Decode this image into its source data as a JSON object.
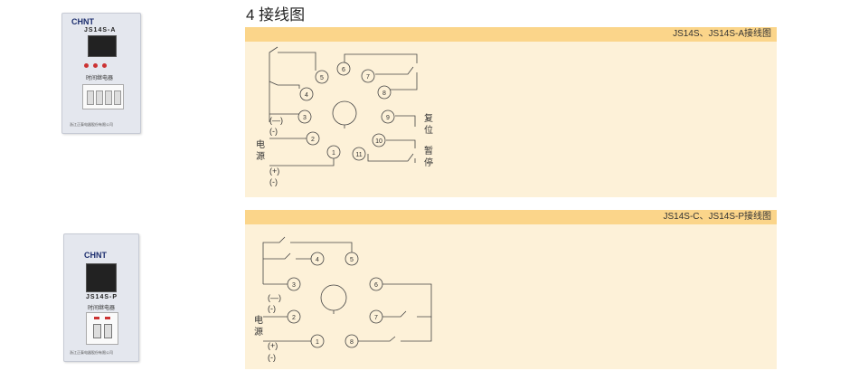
{
  "section": {
    "title": "4 接线图"
  },
  "product_a": {
    "brand": "CHNT",
    "model": "JS14S-A",
    "subtitle": "时间继电器",
    "footer": "浙江正泰电器股份有限公司"
  },
  "product_p": {
    "brand": "CHNT",
    "model": "JS14S-P",
    "subtitle": "时间继电器",
    "footer": "浙江正泰电器股份有限公司"
  },
  "diagram_a": {
    "header": "JS14S、JS14S-A接线图",
    "terminals": [
      "1",
      "2",
      "3",
      "4",
      "5",
      "6",
      "7",
      "8",
      "9",
      "10",
      "11"
    ],
    "minus_label": "(—)",
    "minus2_label": "(-)",
    "power_label_1": "电",
    "power_label_2": "源",
    "plus_label": "(+)",
    "minus3_label": "(-)",
    "reset_1": "复",
    "reset_2": "位",
    "pause_1": "暂",
    "pause_2": "停"
  },
  "diagram_c": {
    "header": "JS14S-C、JS14S-P接线图",
    "terminals": [
      "1",
      "2",
      "3",
      "4",
      "5",
      "6",
      "7",
      "8"
    ],
    "minus_label": "(—)",
    "minus2_label": "(-)",
    "power_label_1": "电",
    "power_label_2": "源",
    "plus_label": "(+)",
    "minus3_label": "(-)"
  }
}
